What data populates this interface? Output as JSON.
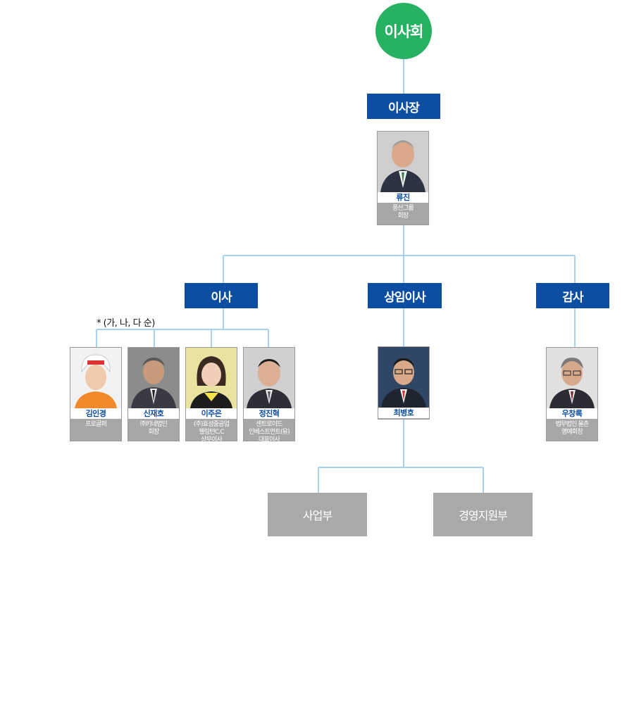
{
  "board": {
    "label": "이사회"
  },
  "chairman": {
    "title": "이사장",
    "name": "류진",
    "role": "풍산그룹\n회장"
  },
  "branches": {
    "directors": "이사",
    "standing_director": "상임이사",
    "auditor": "감사"
  },
  "note": "* (가, 나, 다 순)",
  "directors": [
    {
      "name": "김인경",
      "role": "프로골퍼"
    },
    {
      "name": "신재호",
      "role": "㈜키네법인\n회장"
    },
    {
      "name": "이주은",
      "role": "(주)효성중공업\n웰링턴C.C\n상무이사"
    },
    {
      "name": "정진혁",
      "role": "센트로이드\n인베스트먼트(유)\n대표이사"
    }
  ],
  "standing": {
    "name": "최병호",
    "role": ""
  },
  "auditor_person": {
    "name": "우창록",
    "role": "법무법인 율촌\n명예회장"
  },
  "departments": [
    "사업부",
    "경영지원부"
  ],
  "colors": {
    "line": "#a8d0f0",
    "navy": "#0c4ea2",
    "green": "#27b163",
    "gray": "#a9a9a9"
  }
}
